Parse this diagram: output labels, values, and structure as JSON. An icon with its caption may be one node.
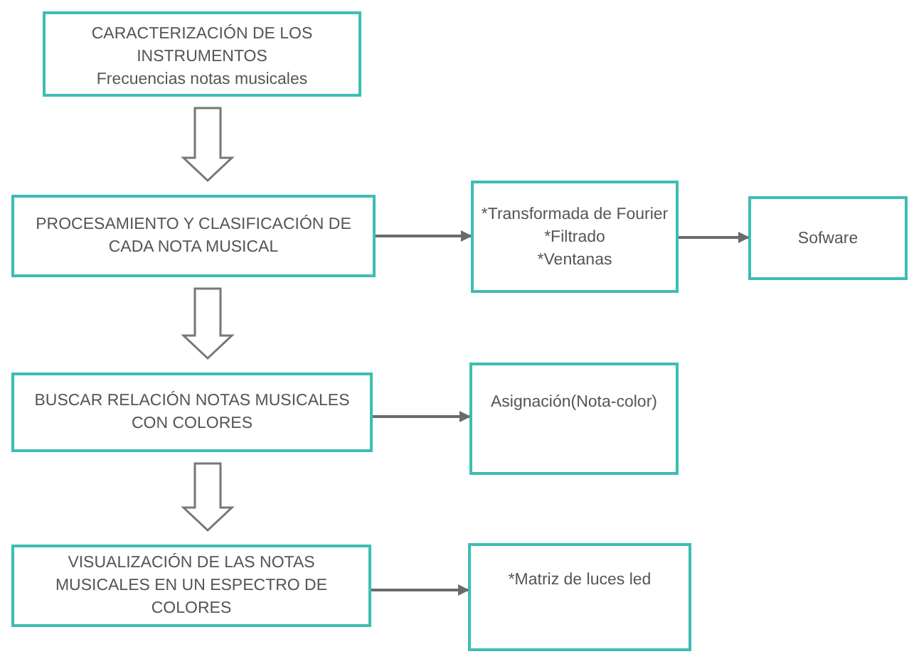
{
  "diagram": {
    "nodes": [
      {
        "text": [
          "CARACTERIZACIÓN DE LOS INSTRUMENTOS",
          "Frecuencias notas musicales"
        ]
      },
      {
        "text": [
          "PROCESAMIENTO Y CLASIFICACIÓN DE CADA NOTA MUSICAL"
        ]
      },
      {
        "text": [
          "*Transformada de Fourier",
          "*Filtrado",
          "*Ventanas"
        ]
      },
      {
        "text": [
          "Sofware"
        ]
      },
      {
        "text": [
          "BUSCAR RELACIÓN NOTAS MUSICALES CON COLORES"
        ]
      },
      {
        "text": [
          "Asignación(Nota-color)"
        ]
      },
      {
        "text": [
          "VISUALIZACIÓN DE LAS NOTAS MUSICALES EN UN ESPECTRO DE COLORES"
        ]
      },
      {
        "text": [
          "*Matriz de luces led"
        ]
      }
    ],
    "edges": [
      {
        "from": 0,
        "to": 1,
        "arrow": "to",
        "style": "thick"
      },
      {
        "from": 1,
        "to": 2,
        "arrow": "to"
      },
      {
        "from": 2,
        "to": 3,
        "arrow": "to"
      },
      {
        "from": 1,
        "to": 4,
        "arrow": "to",
        "style": "thick"
      },
      {
        "from": 4,
        "to": 5,
        "arrow": "to"
      },
      {
        "from": 4,
        "to": 6,
        "arrow": "to",
        "style": "thick"
      },
      {
        "from": 6,
        "to": 7,
        "arrow": "to"
      }
    ]
  }
}
